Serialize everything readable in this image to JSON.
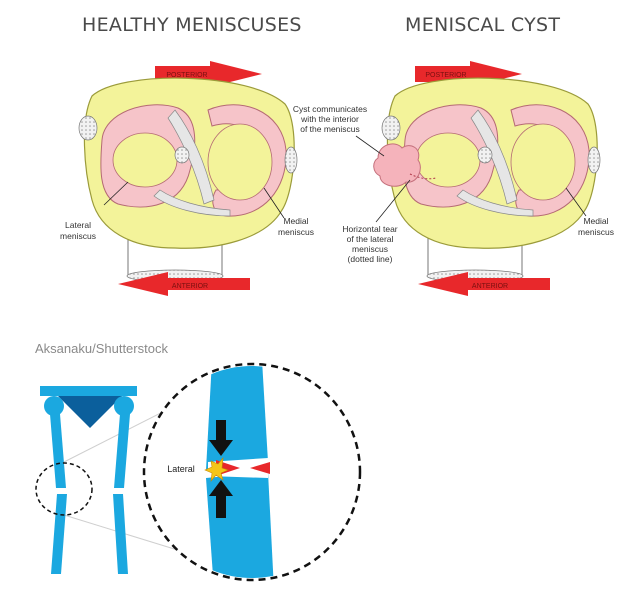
{
  "titles": {
    "healthy": "HEALTHY MENISCUSES",
    "cyst": "MENISCAL CYST"
  },
  "left_diagram": {
    "posterior_label": "POSTERIOR",
    "anterior_label": "ANTERIOR",
    "lateral_label": [
      "Lateral",
      "meniscus"
    ],
    "medial_label": [
      "Medial",
      "meniscus"
    ]
  },
  "right_diagram": {
    "posterior_label": "POSTERIOR",
    "anterior_label": "ANTERIOR",
    "cyst_label": [
      "Cyst communicates",
      "with the interior",
      "of the meniscus"
    ],
    "tear_label": [
      "Horizontal tear",
      "of the lateral",
      "meniscus",
      "(dotted line)"
    ],
    "medial_label": [
      "Medial",
      "meniscus"
    ]
  },
  "credit": "Aksanaku/Shutterstock",
  "bottom_diagram": {
    "lateral_label": "Lateral"
  },
  "colors": {
    "red_arrow": "#e8282b",
    "bone_yellow": "#f3f39a",
    "meniscus_pink": "#f4b8bf",
    "blue": "#1ba8e0",
    "dark_blue": "#0b5f9c"
  }
}
